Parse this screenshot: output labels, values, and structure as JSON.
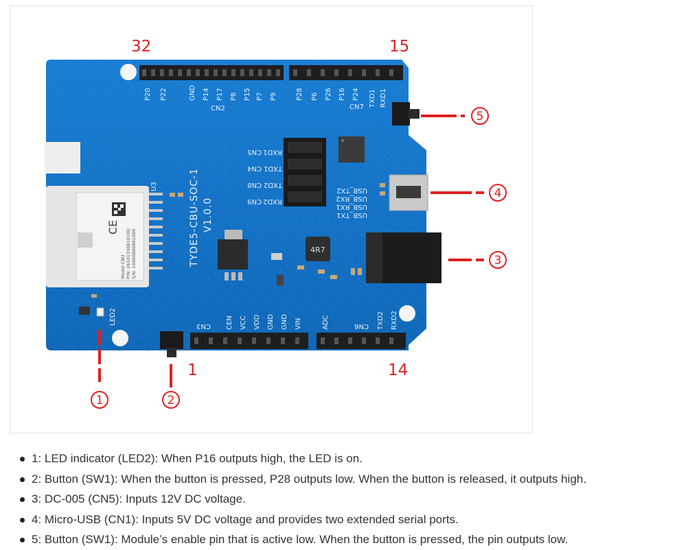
{
  "board": {
    "pin_labels": {
      "top_left": "32",
      "top_right": "15",
      "bottom_left": "1",
      "bottom_right": "14"
    },
    "silkscreen": {
      "board_name": "TYDE5-CBU-SOC-1",
      "version": "V1.0.0",
      "top_header_pins": [
        "P20",
        "P22",
        "GND",
        "P14",
        "P17",
        "P8",
        "P15",
        "P7",
        "P9",
        "P28",
        "P6",
        "P26",
        "P16",
        "P24",
        "TXD1",
        "RXD1"
      ],
      "bottom_header_pins": [
        "CEN",
        "VCC",
        "VDD",
        "GND",
        "GND",
        "VIN",
        "ADC",
        "TXD2",
        "RXD2"
      ],
      "connector_labels": [
        "CN2",
        "CN3",
        "CN6",
        "CN7"
      ],
      "jumper_labels": [
        "RXD1",
        "TXD1",
        "TXD2",
        "RXD2"
      ],
      "jumper_cn": [
        "CN5",
        "CN4",
        "CN8",
        "CN9"
      ],
      "usb_labels": [
        "USB_TX2",
        "USB_RX2",
        "USB_RX1",
        "USB_TX1"
      ],
      "inductor": "4R7",
      "module_text": [
        "Model:CBU",
        "P/N: 2610133081010D",
        "S/N: 10000000001000"
      ],
      "led_label": "LED2",
      "module_label": "U3"
    },
    "callouts": [
      "1",
      "2",
      "3",
      "4",
      "5"
    ],
    "colors": {
      "pcb": "#1273c8",
      "pcb_dark": "#0d5fa8",
      "callout_red": "#e02020",
      "header": "#222222"
    }
  },
  "notes": [
    "1: LED indicator (LED2): When P16 outputs high, the LED is on.",
    "2: Button (SW1): When the button is pressed, P28 outputs low. When the button is released, it outputs high.",
    "3: DC-005 (CN5): Inputs 12V DC voltage.",
    "4: Micro-USB (CN1): Inputs 5V DC voltage and provides two extended serial ports.",
    "5: Button (SW1): Module’s enable pin that is active low. When the button is pressed, the pin outputs low."
  ]
}
